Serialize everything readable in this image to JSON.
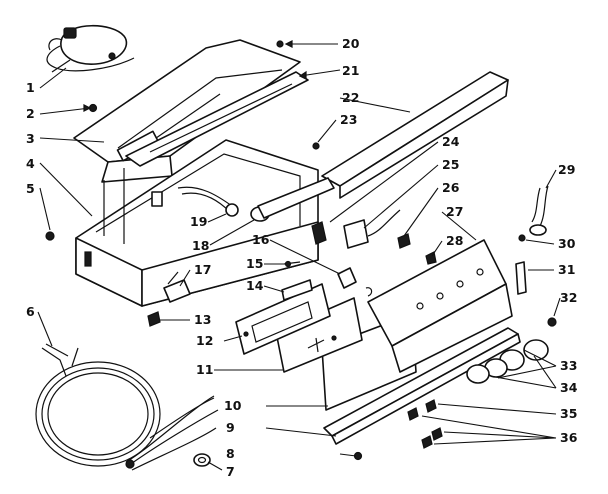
{
  "callouts": [
    "1",
    "2",
    "3",
    "4",
    "5",
    "6",
    "7",
    "8",
    "9",
    "10",
    "11",
    "12",
    "13",
    "14",
    "15",
    "16",
    "17",
    "18",
    "19",
    "20",
    "21",
    "22",
    "23",
    "24",
    "25",
    "26",
    "27",
    "28",
    "29",
    "30",
    "31",
    "32",
    "33",
    "34",
    "35",
    "36"
  ],
  "colors": {
    "ink": "#111111",
    "paper": "#ffffff"
  }
}
